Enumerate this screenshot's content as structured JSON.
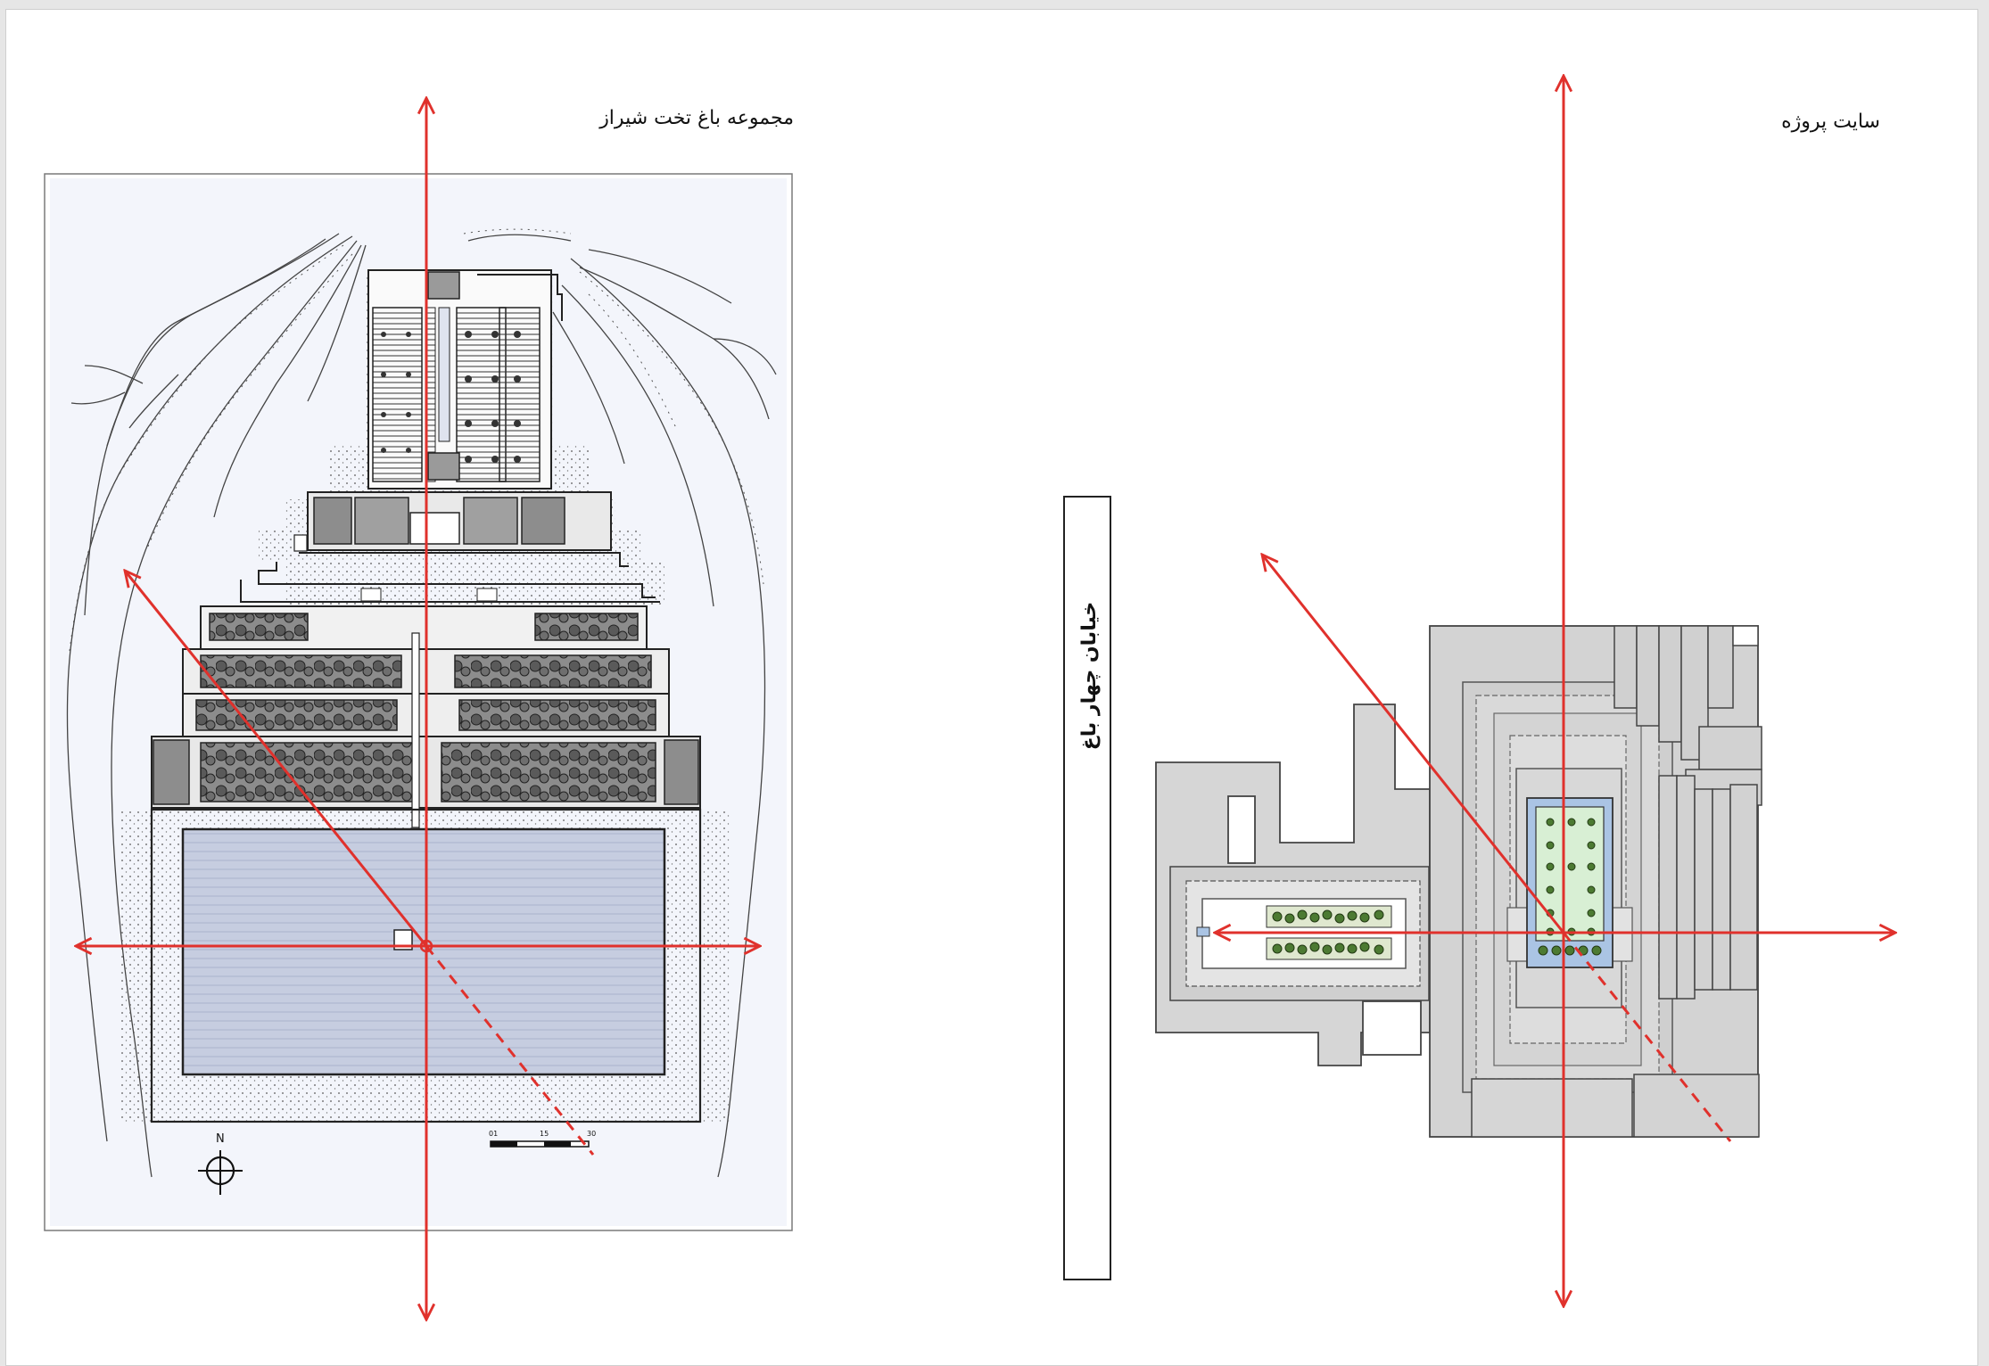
{
  "left_panel": {
    "title": "مجموعه باغ تخت شیراز",
    "north_label": "N",
    "scale_labels": [
      "01",
      "15",
      "30"
    ]
  },
  "right_panel": {
    "title": "سایت پروژه",
    "street_label": "خیابان چهار باغ"
  },
  "colors": {
    "axis_red": "#e0312c",
    "pool_blue": "#c9cfe0",
    "site_gray": "#d6d6d6",
    "garden_green": "#d8efd4",
    "water_blue": "#aac4e4"
  }
}
